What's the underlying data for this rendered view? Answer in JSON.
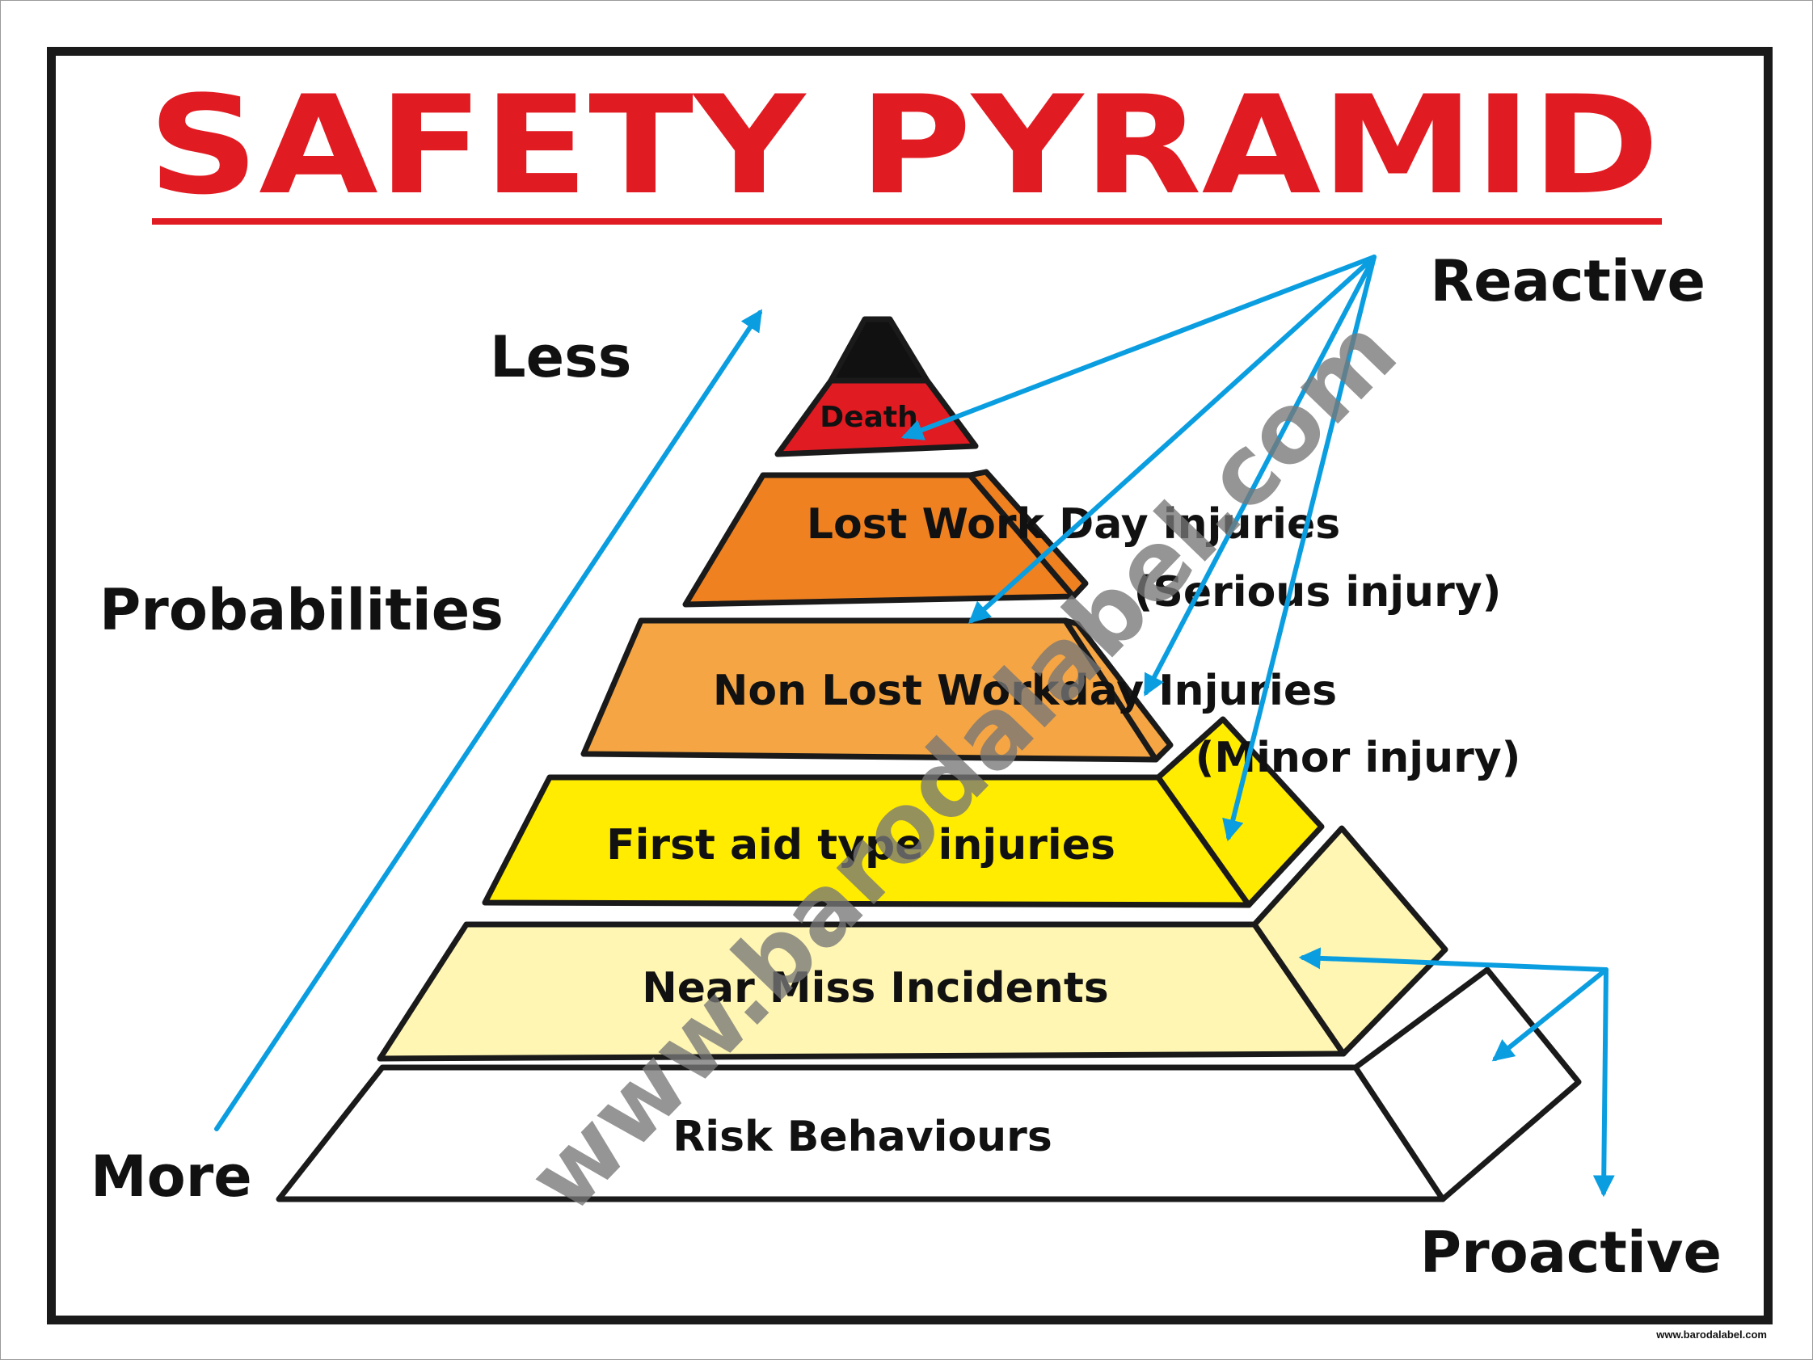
{
  "title": "SAFETY PYRAMID",
  "labels": {
    "reactive": "Reactive",
    "proactive": "Proactive",
    "less": "Less",
    "more": "More",
    "probabilities": "Probabilities"
  },
  "tiers": {
    "death": "Death",
    "lost_work_day": "Lost Work Day injuries",
    "serious": "(Serious injury)",
    "non_lost": "Non Lost Workday Injuries",
    "minor": "(Minor injury)",
    "first_aid": "First aid type injuries",
    "near_miss": "Near Miss Incidents",
    "risk": "Risk Behaviours"
  },
  "watermark": "www.barodalabel.com",
  "footer": "www.barodalabel.com",
  "colors": {
    "title_red": "#e11b22",
    "death_red": "#e11b22",
    "lost_orange": "#ef8121",
    "nonlost_orange": "#f5a543",
    "first_aid_yellow": "#ffec00",
    "near_miss_cream": "#fff6b3",
    "risk_white": "#ffffff",
    "arrow_blue": "#0a9ee0"
  }
}
